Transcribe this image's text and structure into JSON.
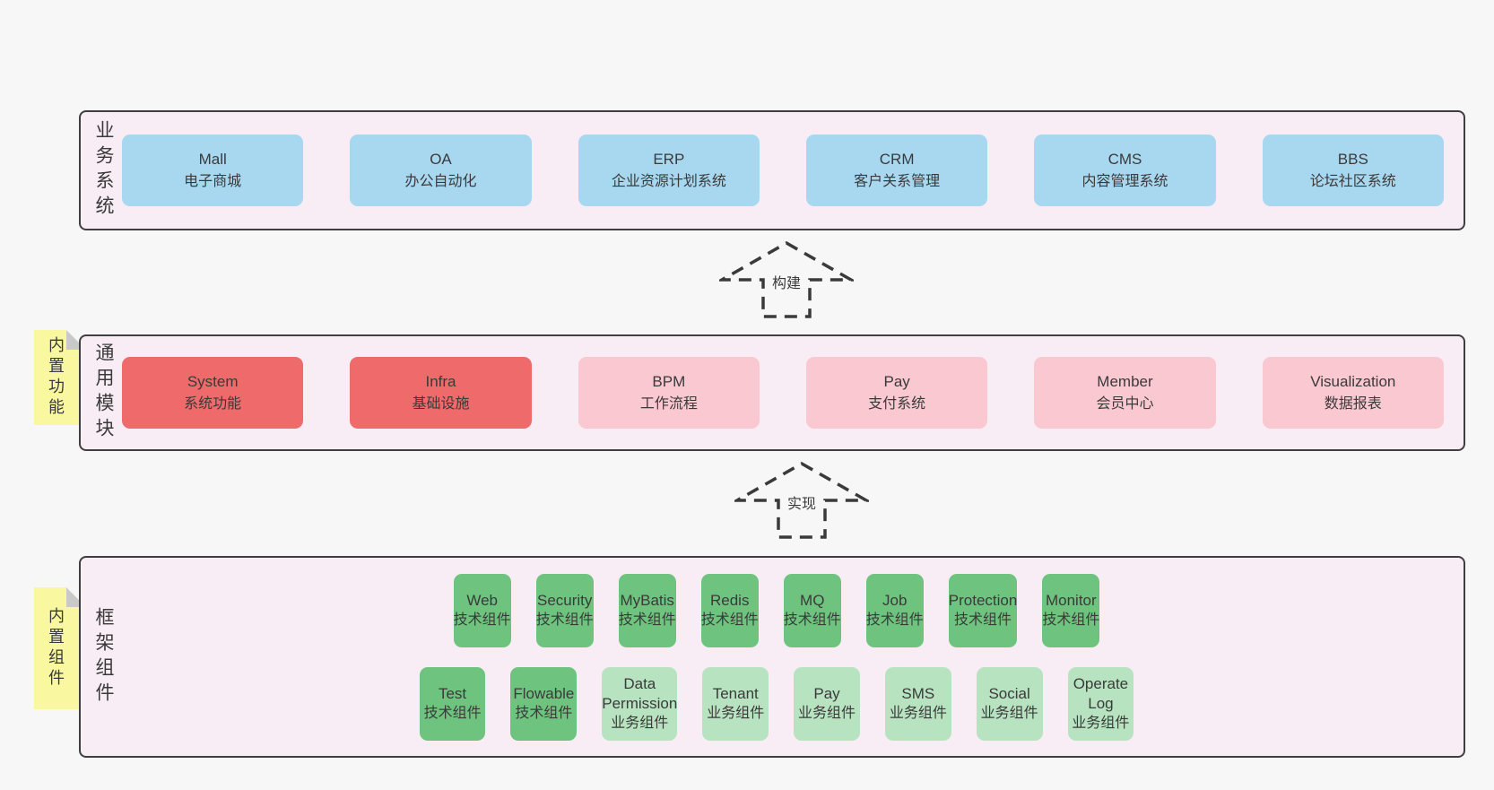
{
  "colors": {
    "page_bg": "#f7f7f7",
    "layer_bg": "#f8edf5",
    "layer_border": "#3f3f3f",
    "box_blue": "#a8d8f0",
    "box_red": "#ee6a6b",
    "box_pink": "#f9c8d0",
    "box_green": "#6ec47e",
    "box_green_light": "#b8e3c1",
    "sticky_yellow": "#f9f8a0",
    "sticky_fold": "#c9c9c9",
    "text": "#3a3a3a"
  },
  "stickies": [
    {
      "text": "内置功能"
    },
    {
      "text": "内置组件"
    }
  ],
  "arrows": [
    {
      "label": "构建"
    },
    {
      "label": "实现"
    }
  ],
  "layers": [
    {
      "label": "业务系统",
      "boxes": [
        {
          "name": "Mall",
          "desc": "电子商城",
          "type": "blue"
        },
        {
          "name": "OA",
          "desc": "办公自动化",
          "type": "blue"
        },
        {
          "name": "ERP",
          "desc": "企业资源计划系统",
          "type": "blue"
        },
        {
          "name": "CRM",
          "desc": "客户关系管理",
          "type": "blue"
        },
        {
          "name": "CMS",
          "desc": "内容管理系统",
          "type": "blue"
        },
        {
          "name": "BBS",
          "desc": "论坛社区系统",
          "type": "blue"
        }
      ]
    },
    {
      "label": "通用模块",
      "boxes": [
        {
          "name": "System",
          "desc": "系统功能",
          "type": "red"
        },
        {
          "name": "Infra",
          "desc": "基础设施",
          "type": "red"
        },
        {
          "name": "BPM",
          "desc": "工作流程",
          "type": "pink"
        },
        {
          "name": "Pay",
          "desc": "支付系统",
          "type": "pink"
        },
        {
          "name": "Member",
          "desc": "会员中心",
          "type": "pink"
        },
        {
          "name": "Visualization",
          "desc": "数据报表",
          "type": "pink"
        }
      ]
    },
    {
      "label": "框架组件",
      "rows": [
        [
          {
            "name": "Web",
            "desc": "技术组件",
            "type": "green"
          },
          {
            "name": "Security",
            "desc": "技术组件",
            "type": "green"
          },
          {
            "name": "MyBatis",
            "desc": "技术组件",
            "type": "green"
          },
          {
            "name": "Redis",
            "desc": "技术组件",
            "type": "green"
          },
          {
            "name": "MQ",
            "desc": "技术组件",
            "type": "green"
          },
          {
            "name": "Job",
            "desc": "技术组件",
            "type": "green"
          },
          {
            "name": "Protection",
            "desc": "技术组件",
            "type": "green"
          },
          {
            "name": "Monitor",
            "desc": "技术组件",
            "type": "green"
          }
        ],
        [
          {
            "name": "Test",
            "desc": "技术组件",
            "type": "green"
          },
          {
            "name": "Flowable",
            "desc": "技术组件",
            "type": "green"
          },
          {
            "name": "Data Permission",
            "desc": "业务组件",
            "type": "green-light"
          },
          {
            "name": "Tenant",
            "desc": "业务组件",
            "type": "green-light"
          },
          {
            "name": "Pay",
            "desc": "业务组件",
            "type": "green-light"
          },
          {
            "name": "SMS",
            "desc": "业务组件",
            "type": "green-light"
          },
          {
            "name": "Social",
            "desc": "业务组件",
            "type": "green-light"
          },
          {
            "name": "Operate Log",
            "desc": "业务组件",
            "type": "green-light"
          }
        ]
      ]
    }
  ]
}
